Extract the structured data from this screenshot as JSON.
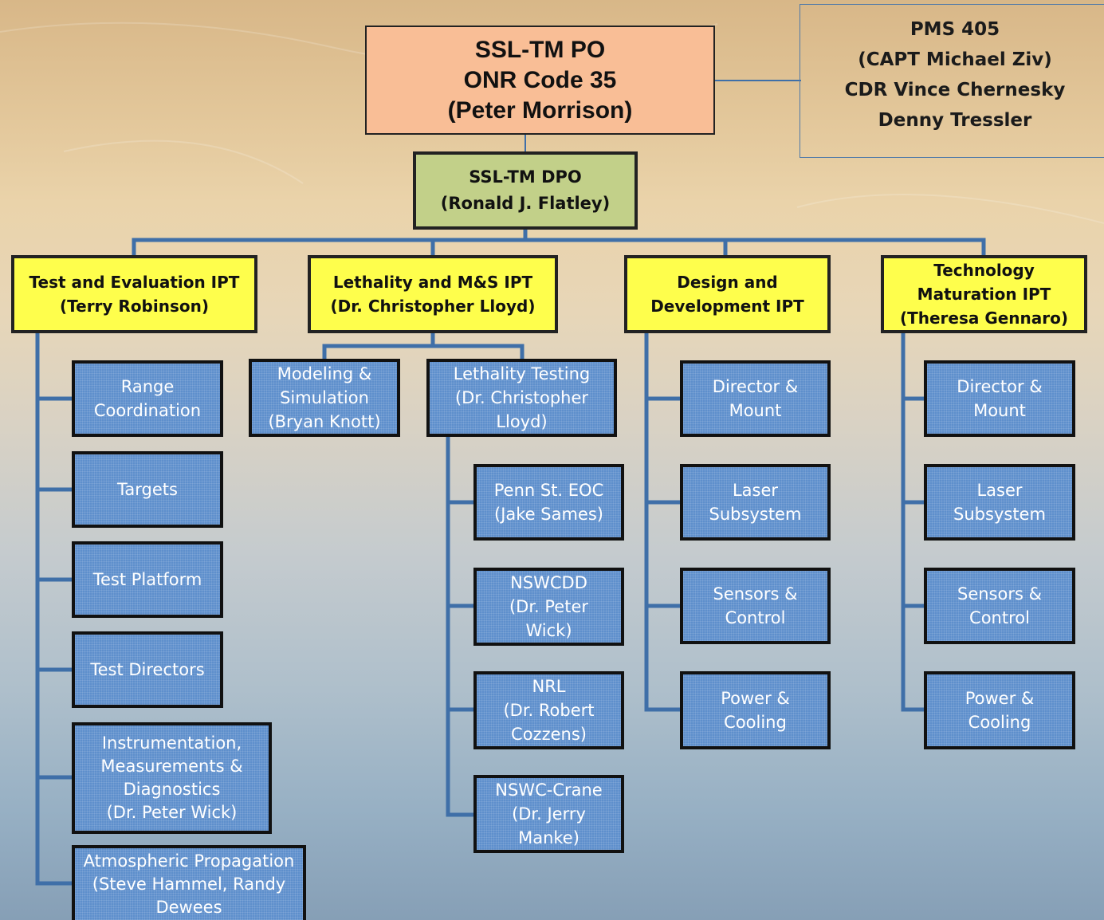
{
  "head": {
    "lines": [
      "SSL-TM  PO",
      "ONR Code 35",
      "(Peter Morrison)"
    ]
  },
  "pms": {
    "lines": [
      "PMS 405",
      "(CAPT Michael Ziv)",
      "CDR Vince Chernesky",
      "Denny Tressler"
    ]
  },
  "dpo": {
    "lines": [
      "SSL-TM DPO",
      "(Ronald J. Flatley)"
    ]
  },
  "ipts": [
    {
      "lines": [
        "Test and Evaluation IPT",
        "(Terry Robinson)"
      ]
    },
    {
      "lines": [
        "Lethality and M&S IPT",
        "(Dr. Christopher Lloyd)"
      ]
    },
    {
      "lines": [
        "Design and",
        "Development IPT"
      ]
    },
    {
      "lines": [
        "Technology",
        "Maturation IPT",
        "(Theresa Gennaro)"
      ]
    }
  ],
  "test_eval_items": [
    {
      "lines": [
        "Range",
        "Coordination"
      ]
    },
    {
      "lines": [
        "Targets"
      ]
    },
    {
      "lines": [
        "Test Platform"
      ]
    },
    {
      "lines": [
        "Test Directors"
      ]
    },
    {
      "lines": [
        "Instrumentation,",
        "Measurements &",
        "Diagnostics",
        "(Dr. Peter Wick)"
      ]
    },
    {
      "lines": [
        "Atmospheric Propagation",
        "(Steve Hammel, Randy",
        "Dewees"
      ]
    }
  ],
  "lethality_items": [
    {
      "lines": [
        "Modeling &",
        "Simulation",
        "(Bryan Knott)"
      ]
    },
    {
      "lines": [
        "Lethality Testing",
        "(Dr. Christopher",
        "Lloyd)"
      ]
    }
  ],
  "lethality_testing_items": [
    {
      "lines": [
        "Penn St. EOC",
        "(Jake Sames)"
      ]
    },
    {
      "lines": [
        "NSWCDD",
        "(Dr. Peter",
        "Wick)"
      ]
    },
    {
      "lines": [
        "NRL",
        "(Dr. Robert",
        "Cozzens)"
      ]
    },
    {
      "lines": [
        "NSWC-Crane",
        "(Dr. Jerry",
        "Manke)"
      ]
    }
  ],
  "design_items": [
    {
      "lines": [
        "Director &",
        "Mount"
      ]
    },
    {
      "lines": [
        "Laser",
        "Subsystem"
      ]
    },
    {
      "lines": [
        "Sensors &",
        "Control"
      ]
    },
    {
      "lines": [
        "Power &",
        "Cooling"
      ]
    }
  ],
  "tech_items": [
    {
      "lines": [
        "Director &",
        "Mount"
      ]
    },
    {
      "lines": [
        "Laser",
        "Subsystem"
      ]
    },
    {
      "lines": [
        "Sensors &",
        "Control"
      ]
    },
    {
      "lines": [
        "Power &",
        "Cooling"
      ]
    }
  ],
  "colors": {
    "head_fill": "#f9be96",
    "dpo_fill": "#c2d089",
    "ipt_fill": "#fefe4c",
    "sub_fill": "#5e8fcc",
    "connector": "#3f6fa8"
  }
}
